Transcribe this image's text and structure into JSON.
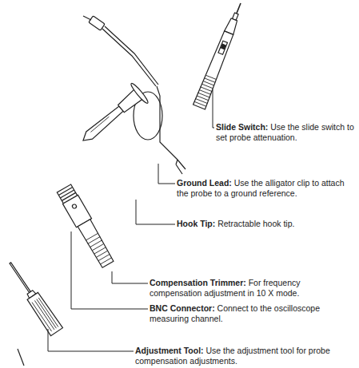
{
  "diagram": {
    "labels": [
      "Slide Switch:",
      "Use the slide switch to set probe attenuation.",
      "Ground Lead:",
      "Use the alligator clip to attach the probe to a ground reference.",
      "Hook Tip:",
      "Retractable hook tip.",
      "Compensation Trimmer:",
      "For frequency compensation adjustment in 10 X mode.",
      "BNC Connector:",
      "Connect to the oscilloscope measuring channel.",
      "Adjustment Tool:",
      "Use the adjustment tool for probe compensation adjustments."
    ]
  }
}
